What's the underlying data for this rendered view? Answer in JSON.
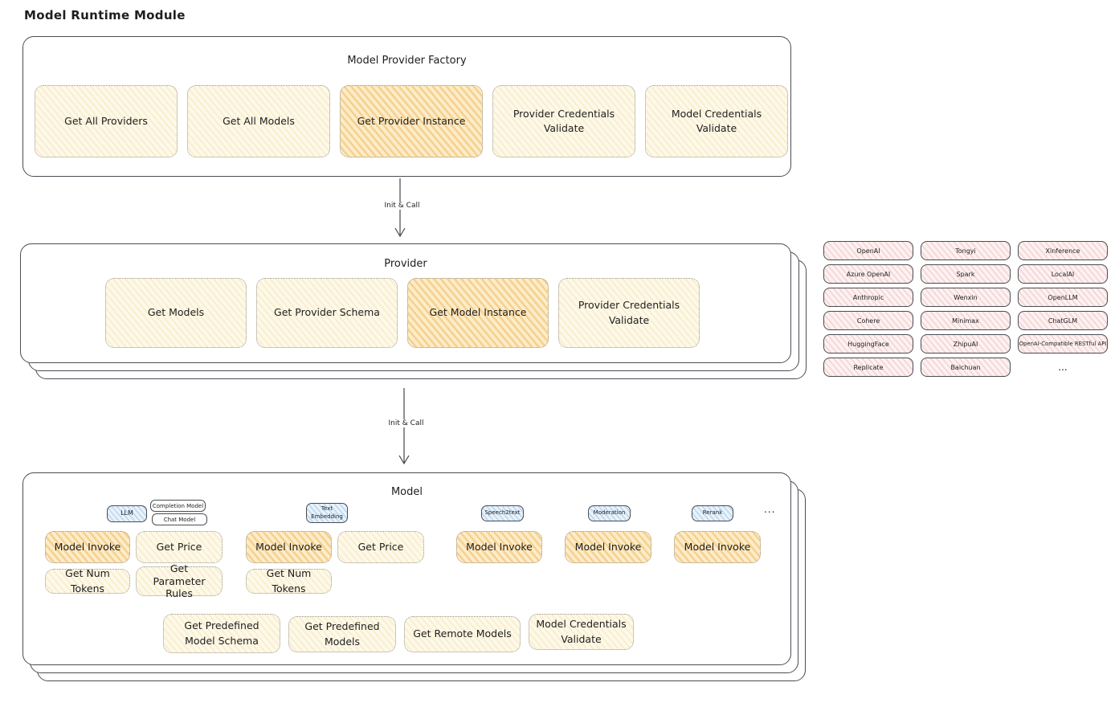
{
  "page_title": "Model Runtime Module",
  "connector_label": "Init & Call",
  "factory": {
    "title": "Model Provider Factory",
    "buttons": [
      {
        "label": "Get All Providers",
        "highlight": false
      },
      {
        "label": "Get All Models",
        "highlight": false
      },
      {
        "label": "Get Provider Instance",
        "highlight": true
      },
      {
        "label": "Provider Credentials Validate",
        "highlight": false
      },
      {
        "label": "Model Credentials Validate",
        "highlight": false
      }
    ]
  },
  "provider": {
    "title": "Provider",
    "buttons": [
      {
        "label": "Get Models",
        "highlight": false
      },
      {
        "label": "Get Provider Schema",
        "highlight": false
      },
      {
        "label": "Get Model Instance",
        "highlight": true
      },
      {
        "label": "Provider Credentials Validate",
        "highlight": false
      }
    ]
  },
  "providers_list": [
    "OpenAI",
    "Tongyi",
    "Xinference",
    "Azure OpenAI",
    "Spark",
    "LocalAI",
    "Anthropic",
    "Wenxin",
    "OpenLLM",
    "Cohere",
    "Minimax",
    "ChatGLM",
    "HuggingFace",
    "ZhipuAI",
    "OpenAI-Compatible RESTful API",
    "Replicate",
    "Baichuan",
    "..."
  ],
  "model": {
    "title": "Model",
    "tabs": {
      "llm": "LLM",
      "completion_model": "Completion Model",
      "chat_model": "Chat Model",
      "text_embedding": "Text Embedding",
      "speech2text": "Speech2text",
      "moderation": "Moderation",
      "rerank": "Rerank",
      "more": "..."
    },
    "buttons": {
      "model_invoke": "Model Invoke",
      "get_price": "Get Price",
      "get_num_tokens": "Get Num Tokens",
      "get_parameter_rules": "Get Parameter Rules",
      "get_predefined_model_schema": "Get Predefined Model Schema",
      "get_predefined_models": "Get Predefined Models",
      "get_remote_models": "Get Remote Models",
      "model_credentials_validate": "Model Credentials Validate"
    }
  },
  "colors": {
    "accent_highlight": "#f0ad47",
    "node_yellow": "#fdf9ea",
    "node_pink": "#fdf2f2",
    "node_blue": "#eaf3fb",
    "stroke": "#4a4d52"
  }
}
